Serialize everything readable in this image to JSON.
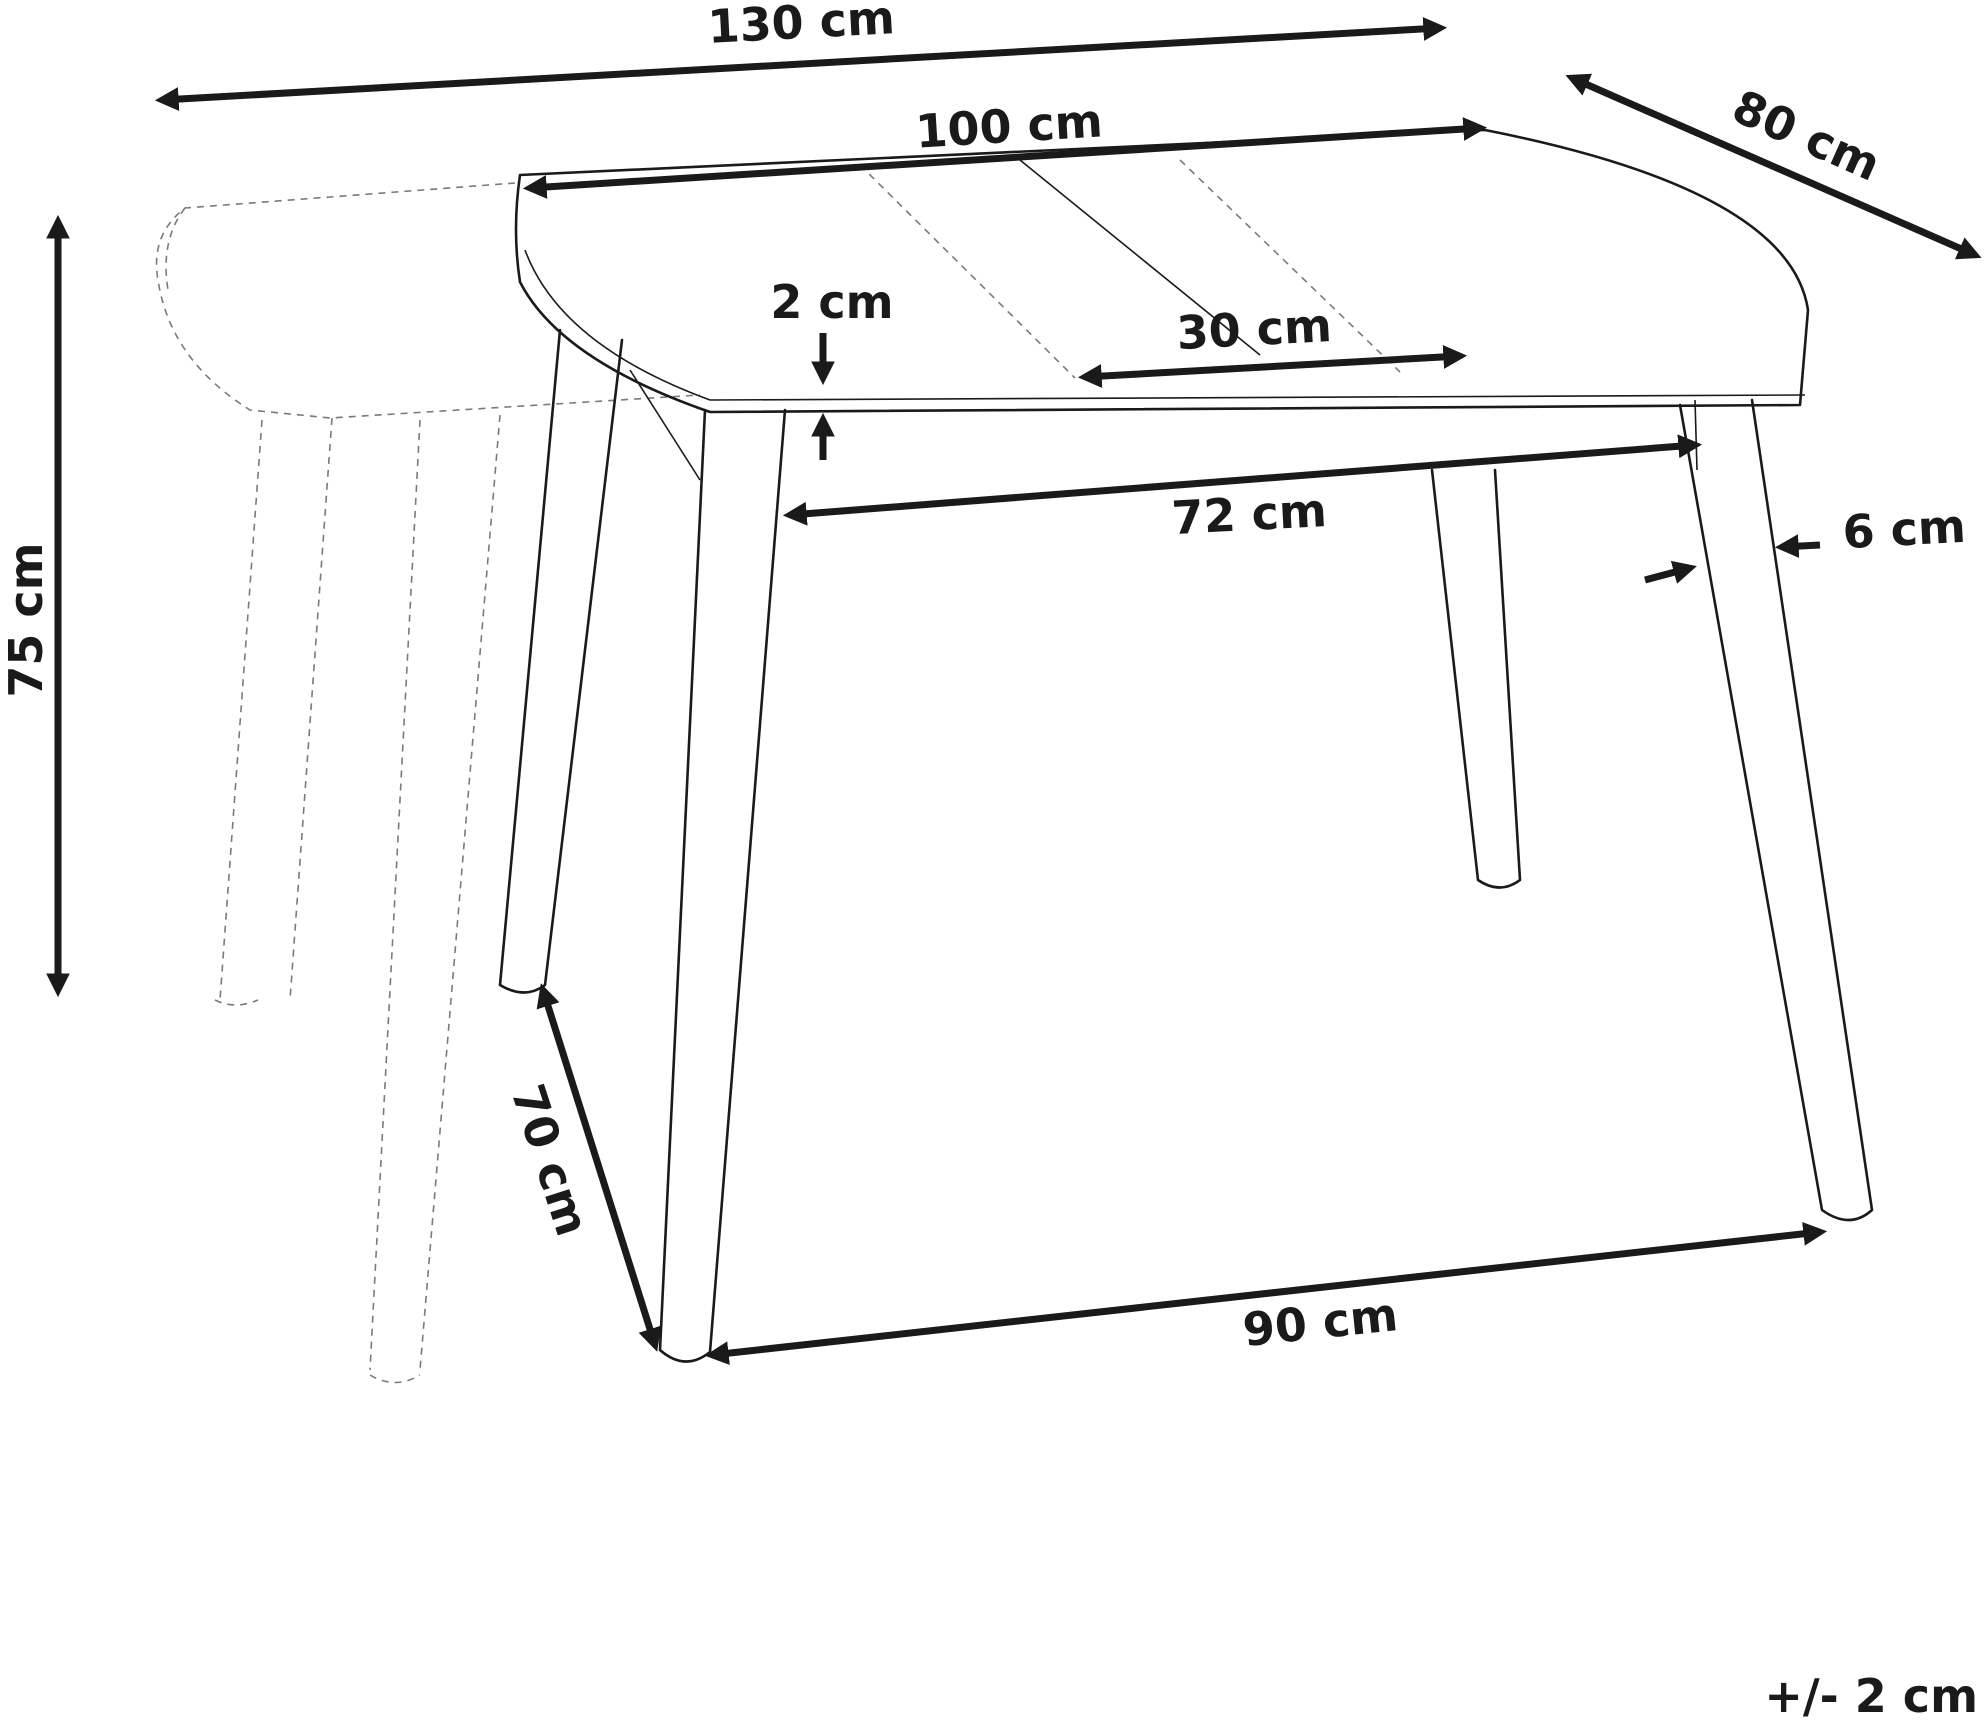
{
  "dimensions": {
    "width_extended": "130 cm",
    "width": "100 cm",
    "depth": "80 cm",
    "height": "75 cm",
    "top_thickness": "2 cm",
    "extension_leaf": "30 cm",
    "leg_span_inner": "72 cm",
    "leg_thickness": "6 cm",
    "leg_depth_span": "70 cm",
    "leg_width_span": "90 cm"
  },
  "tolerance": "+/- 2 cm"
}
